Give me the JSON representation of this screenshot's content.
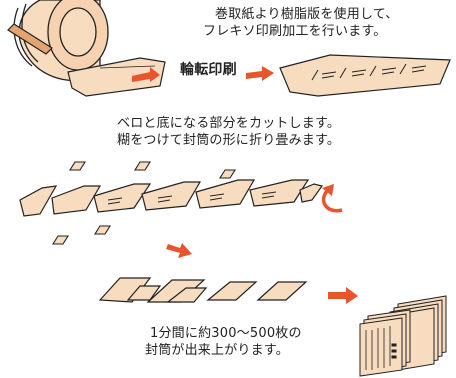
{
  "step1": {
    "line1": "巻取紙より樹脂版を使用して、",
    "line2": "フレキソ印刷加工を行います。",
    "label": "輪転印刷"
  },
  "step2": {
    "line1": "ベロと底になる部分をカットします。",
    "line2": "糊をつけて封筒の形に折り畳みます。"
  },
  "step3": {
    "line1": "1分間に約300〜500枚の",
    "line2": "封筒が出来上がります。"
  },
  "colors": {
    "paper": "#f8dcc0",
    "outline": "#222222",
    "arrow": "#e8542c"
  }
}
